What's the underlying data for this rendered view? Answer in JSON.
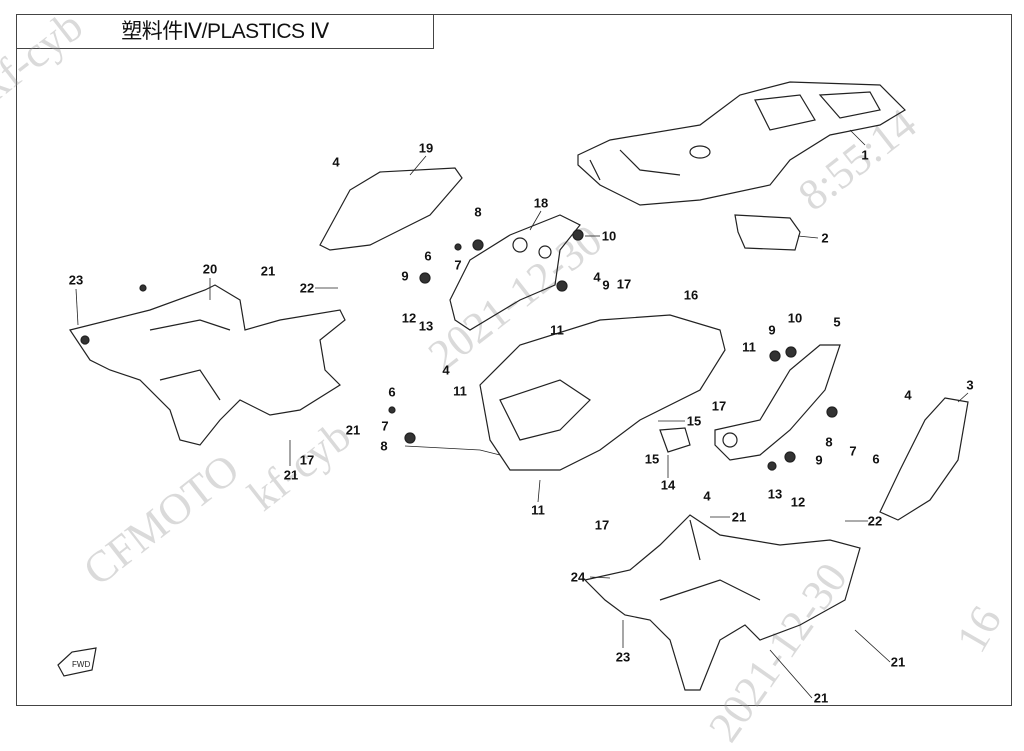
{
  "title": "塑料件Ⅳ/PLASTICS Ⅳ",
  "fwd_label": "FWD",
  "watermarks": [
    "kf-cyb",
    "CFMOTO",
    "2021-12-30",
    "8:55:14",
    "kf-cyb",
    "2021-12-30",
    "2021-12-30",
    "16"
  ],
  "callouts": [
    "1",
    "2",
    "3",
    "4",
    "19",
    "18",
    "8",
    "6",
    "7",
    "10",
    "9",
    "9",
    "4",
    "17",
    "16",
    "5",
    "10",
    "9",
    "11",
    "12",
    "13",
    "11",
    "4",
    "23",
    "20",
    "21",
    "22",
    "6",
    "11",
    "7",
    "8",
    "21",
    "21",
    "17",
    "15",
    "15",
    "14",
    "17",
    "11",
    "4",
    "8",
    "7",
    "6",
    "9",
    "4",
    "13",
    "12",
    "22",
    "21",
    "17",
    "24",
    "23",
    "21",
    "21"
  ]
}
